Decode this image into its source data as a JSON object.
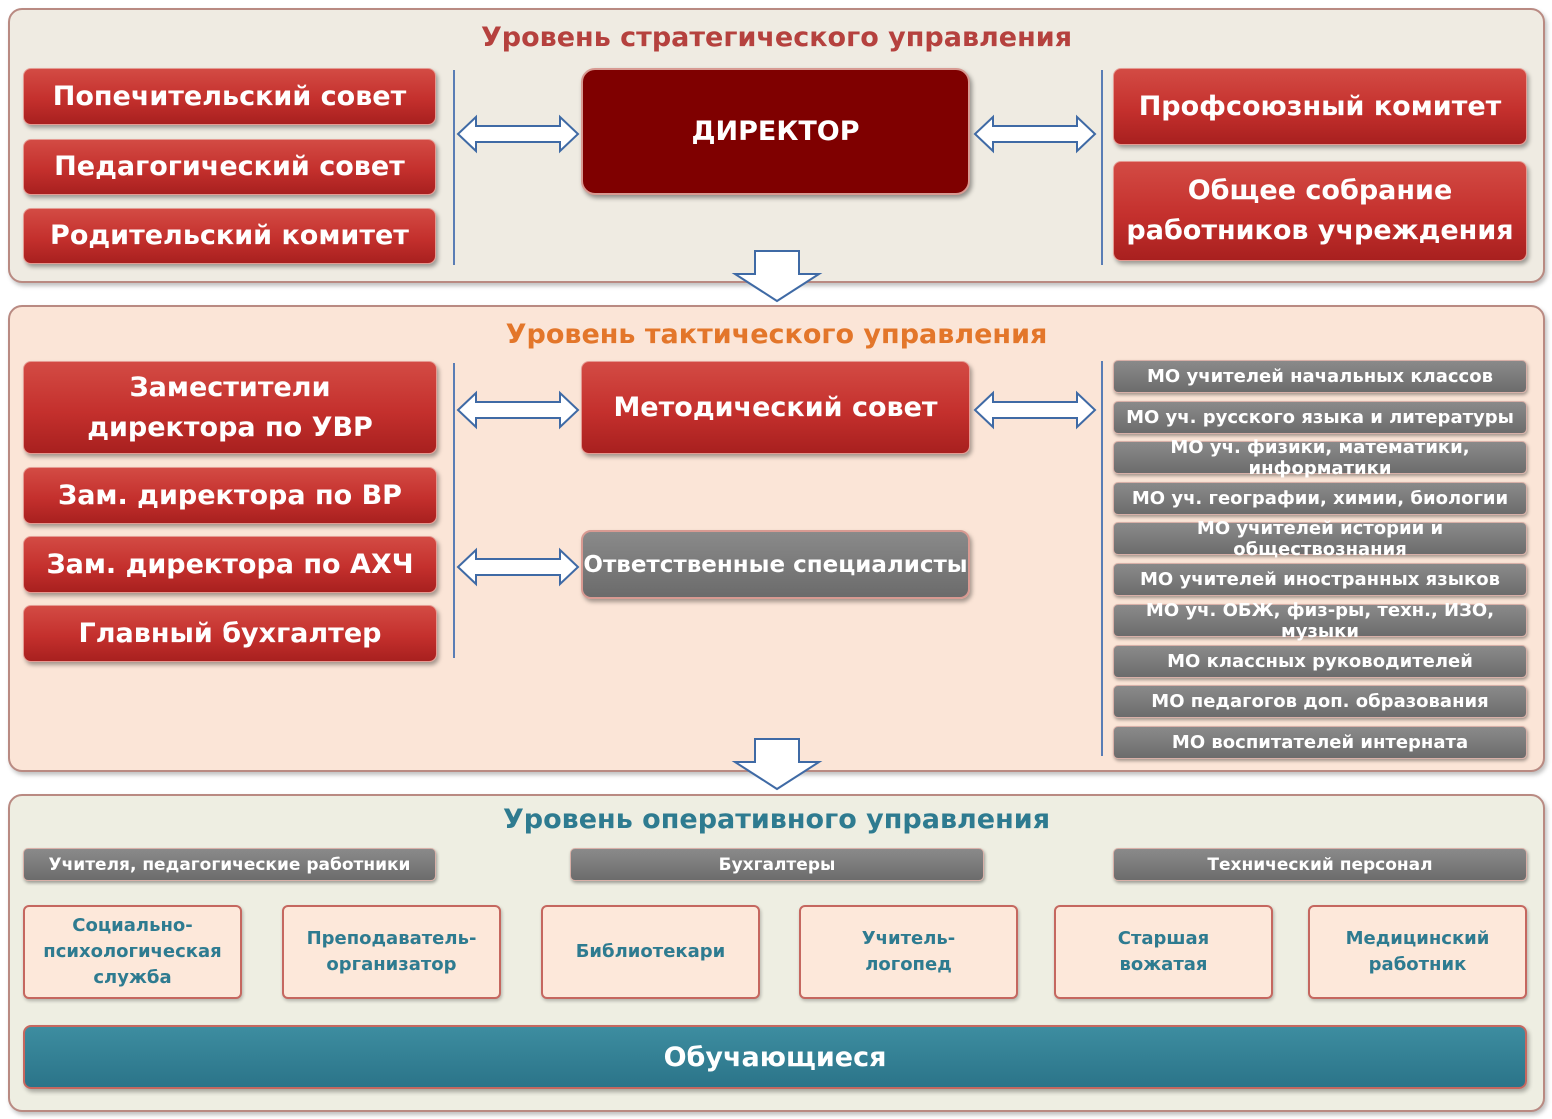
{
  "strategic": {
    "title": "Уровень стратегического управления",
    "left": [
      "Попечительский совет",
      "Педагогический совет",
      "Родительский комитет"
    ],
    "center": "ДИРЕКТОР",
    "right": [
      "Профсоюзный комитет",
      "Общее собрание работников учреждения"
    ]
  },
  "tactical": {
    "title": "Уровень тактического управления",
    "left": [
      "Заместители директора по УВР",
      "Зам. директора по ВР",
      "Зам. директора по АХЧ",
      "Главный бухгалтер"
    ],
    "center_top": "Методический совет",
    "center_bottom": "Ответственные специалисты",
    "mo": [
      "МО учителей начальных классов",
      "МО уч. русского языка и литературы",
      "МО уч. физики, математики, информатики",
      "МО уч. географии, химии, биологии",
      "МО учителей истории и обществознания",
      "МО учителей иностранных языков",
      "МО уч. ОБЖ, физ-ры, техн., ИЗО, музыки",
      "МО классных руководителей",
      "МО педагогов доп. образования",
      "МО воспитателей интерната"
    ]
  },
  "operational": {
    "title": "Уровень оперативного управления",
    "groups": [
      "Учителя, педагогические работники",
      "Бухгалтеры",
      "Технический персонал"
    ],
    "services": [
      "Социально-психологическая служба",
      "Преподаватель-организатор",
      "Библиотекари",
      "Учитель-логопед",
      "Старшая вожатая",
      "Медицинский работник"
    ],
    "students": "Обучающиеся"
  },
  "colors": {
    "accent_red": "#c4302d",
    "director": "#7f0000",
    "strategic_title": "#b5413e",
    "tactical_title": "#e3762a",
    "operational_title": "#2e7b90",
    "students": "#2b7489",
    "connector": "#3f6aa5"
  }
}
